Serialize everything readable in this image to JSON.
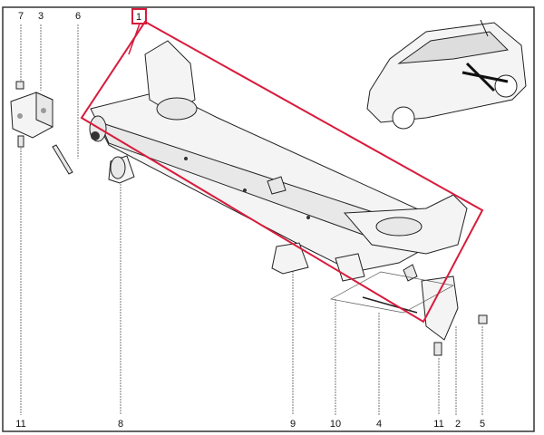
{
  "diagram": {
    "highlight_color": "#d81b3c",
    "top_callouts": [
      {
        "label": "7"
      },
      {
        "label": "3"
      },
      {
        "label": "6"
      },
      {
        "label": "1"
      }
    ],
    "bottom_callouts": [
      {
        "label": "11"
      },
      {
        "label": "8"
      },
      {
        "label": "9"
      },
      {
        "label": "10"
      },
      {
        "label": "4"
      },
      {
        "label": "11"
      },
      {
        "label": "2"
      },
      {
        "label": "5"
      }
    ]
  }
}
